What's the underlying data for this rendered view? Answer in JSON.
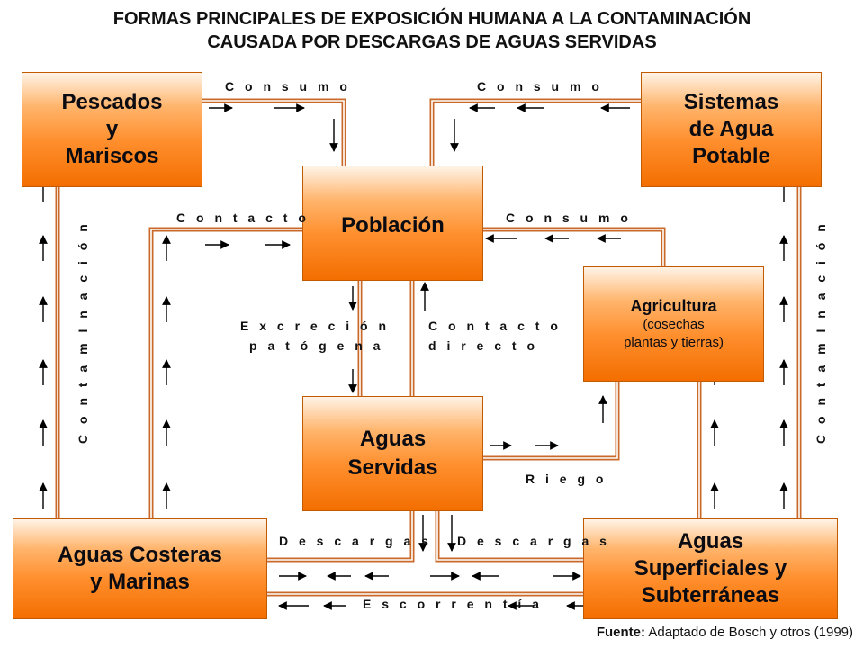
{
  "title": {
    "line1": "FORMAS PRINCIPALES DE EXPOSICIÓN HUMANA A LA CONTAMINACIÓN",
    "line2": "CAUSADA POR DESCARGAS DE AGUAS SERVIDAS"
  },
  "boxes": {
    "pescados": [
      "Pescados",
      "y",
      "Mariscos"
    ],
    "sistemas": [
      "Sistemas",
      "de Agua",
      "Potable"
    ],
    "poblacion": [
      "Población"
    ],
    "agricultura": [
      "Agricultura",
      "(cosechas",
      "plantas y tierras)"
    ],
    "aguas_servidas": [
      "Aguas",
      "Servidas"
    ],
    "aguas_costeras": [
      "Aguas Costeras",
      "y Marinas"
    ],
    "aguas_superficiales": [
      "Aguas",
      "Superficiales y",
      "Subterráneas"
    ]
  },
  "labels": {
    "consumo_left": "C o n s u m o",
    "consumo_right": "C o n s u m o",
    "contacto": "C o n t a c t o",
    "consumo_mid": "C o n s u m o",
    "excrecion_1": "E x c r e c i ó n",
    "excrecion_2": "p a t ó g e n a",
    "contacto_directo_1": "C o n t a c t o",
    "contacto_directo_2": "d i r e c t o",
    "riego": "R i e g o",
    "descargas_left": "D e s c a r g a s",
    "descargas_right": "D e s c a r g a s",
    "escorrentia": "E s c o r r e n t í a",
    "contaminacion_left": "C o n t a m I n a c i ó n",
    "contaminacion_right": "C o n t a m I n a c i ó n"
  },
  "source": {
    "prefix": "Fuente:",
    "text": " Adaptado de Bosch y otros (1999)"
  },
  "colors": {
    "box_border": "#c25a00",
    "box_dark": "#f36e00",
    "pipe": "#c96a2a",
    "arrow": "#000000"
  }
}
